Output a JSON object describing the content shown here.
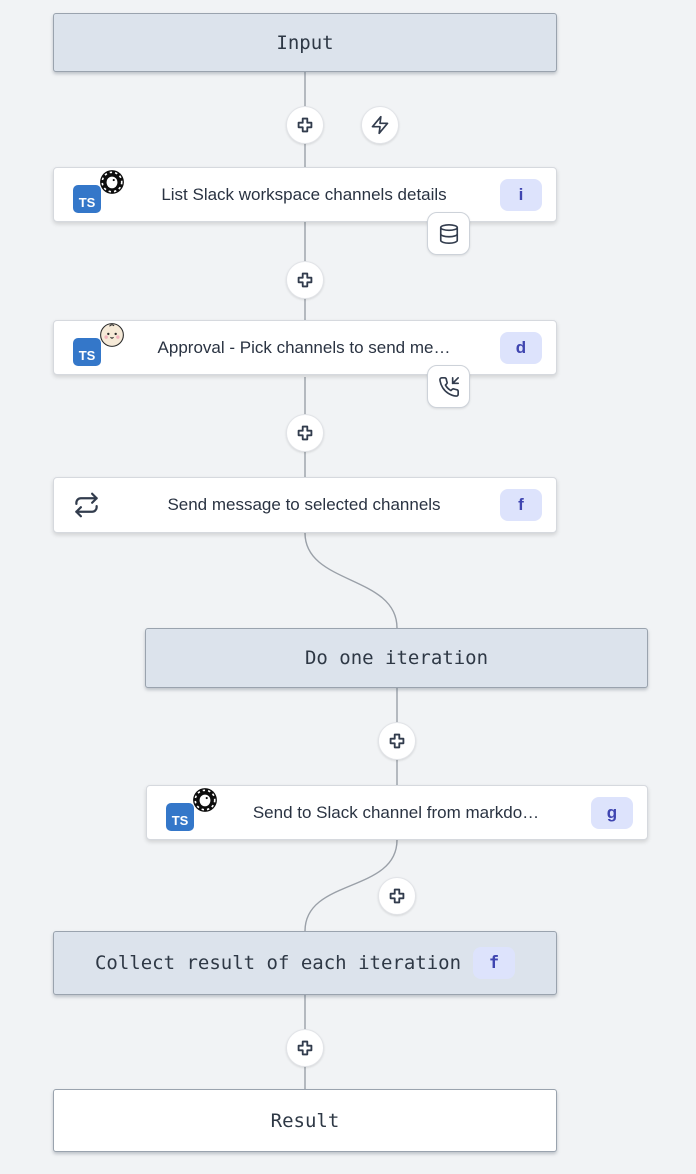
{
  "input": {
    "label": "Input"
  },
  "result": {
    "label": "Result"
  },
  "loop": {
    "header_label": "Do one iteration",
    "collect_label": "Collect result of each iteration",
    "collect_badge": "f"
  },
  "nodes": [
    {
      "title": "List Slack workspace channels details",
      "badge": "i",
      "language_icon": "typescript-icon",
      "runtime_icon": "deno-icon",
      "attachment_icon": "database-icon"
    },
    {
      "title": "Approval - Pick channels to send me…",
      "badge": "d",
      "language_icon": "typescript-icon",
      "runtime_icon": "bun-icon",
      "attachment_icon": "phone-incoming-icon"
    },
    {
      "title": "Send message to selected channels",
      "badge": "f",
      "icon": "repeat-icon"
    },
    {
      "title": "Send to Slack channel from markdo…",
      "badge": "g",
      "language_icon": "typescript-icon",
      "runtime_icon": "deno-icon"
    }
  ],
  "buttons": {
    "add_step_icon": "plus-icon",
    "trigger_icon": "zap-icon"
  },
  "icons": {
    "ts_label": "TS"
  },
  "colors": {
    "page_bg": "#f1f3f5",
    "virtual_box_bg": "#dce3ec",
    "badge_bg": "#dde3fc",
    "badge_text": "#3f45b0",
    "ts_blue": "#3477c9",
    "edge": "#9aa0a8"
  }
}
